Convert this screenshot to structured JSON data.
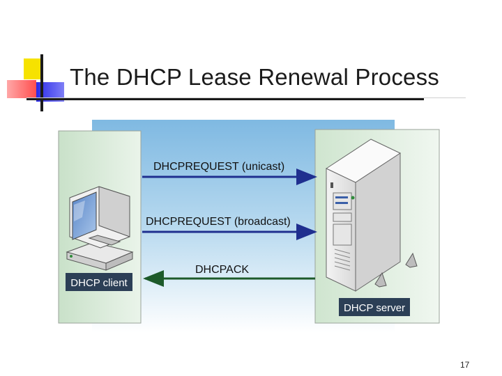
{
  "slide": {
    "title": "The DHCP Lease Renewal Process",
    "page_number": "17"
  },
  "diagram": {
    "messages": [
      {
        "label": "DHCPREQUEST (unicast)",
        "direction": "client-to-server"
      },
      {
        "label": "DHCPREQUEST (broadcast)",
        "direction": "client-to-server"
      },
      {
        "label": "DHCPACK",
        "direction": "server-to-client"
      }
    ],
    "client_label": "DHCP client",
    "server_label": "DHCP server"
  },
  "colors": {
    "sky": "#8fc3e6",
    "panel": "#d8ead8",
    "label_bg": "#2c3f56",
    "arrow_blue": "#1f2f8f",
    "arrow_green": "#1d5a2a"
  }
}
